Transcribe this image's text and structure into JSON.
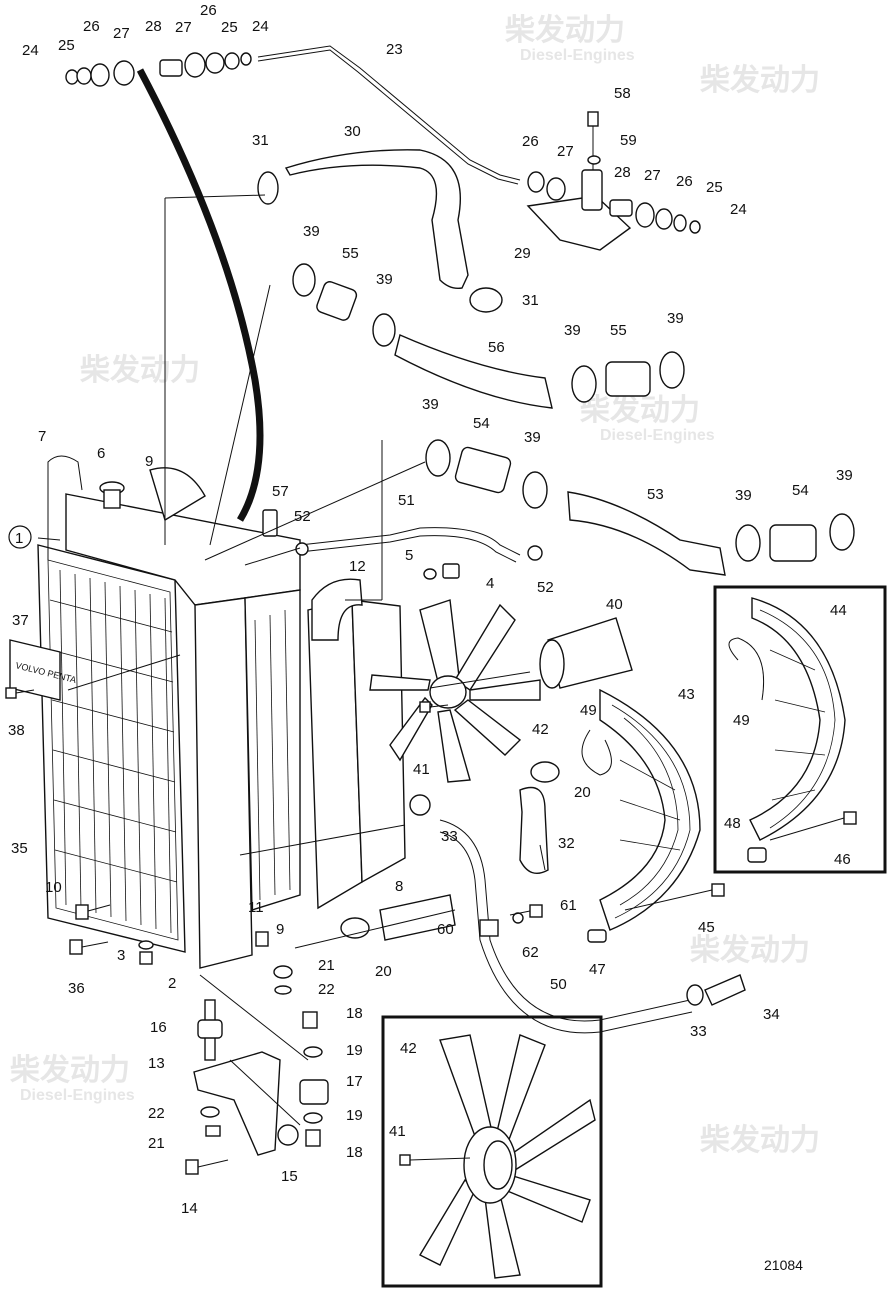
{
  "diagram": {
    "drawing_number": "21084",
    "brand_plate_text": "VOLVO PENTA",
    "watermark": {
      "cn": "柴发动力",
      "en": "Diesel-Engines"
    },
    "callouts": [
      {
        "id": "c1",
        "text": "1"
      },
      {
        "id": "c2",
        "text": "2"
      },
      {
        "id": "c3",
        "text": "3"
      },
      {
        "id": "c4",
        "text": "4"
      },
      {
        "id": "c5",
        "text": "5"
      },
      {
        "id": "c6",
        "text": "6"
      },
      {
        "id": "c7",
        "text": "7"
      },
      {
        "id": "c8",
        "text": "8"
      },
      {
        "id": "c9a",
        "text": "9"
      },
      {
        "id": "c9b",
        "text": "9"
      },
      {
        "id": "c10",
        "text": "10"
      },
      {
        "id": "c11",
        "text": "11"
      },
      {
        "id": "c12",
        "text": "12"
      },
      {
        "id": "c13",
        "text": "13"
      },
      {
        "id": "c14",
        "text": "14"
      },
      {
        "id": "c15",
        "text": "15"
      },
      {
        "id": "c16",
        "text": "16"
      },
      {
        "id": "c17",
        "text": "17"
      },
      {
        "id": "c18a",
        "text": "18"
      },
      {
        "id": "c18b",
        "text": "18"
      },
      {
        "id": "c19a",
        "text": "19"
      },
      {
        "id": "c19b",
        "text": "19"
      },
      {
        "id": "c20a",
        "text": "20"
      },
      {
        "id": "c20b",
        "text": "20"
      },
      {
        "id": "c21a",
        "text": "21"
      },
      {
        "id": "c21b",
        "text": "21"
      },
      {
        "id": "c22a",
        "text": "22"
      },
      {
        "id": "c22b",
        "text": "22"
      },
      {
        "id": "c23",
        "text": "23"
      },
      {
        "id": "c24a",
        "text": "24"
      },
      {
        "id": "c24b",
        "text": "24"
      },
      {
        "id": "c24c",
        "text": "24"
      },
      {
        "id": "c25a",
        "text": "25"
      },
      {
        "id": "c25b",
        "text": "25"
      },
      {
        "id": "c25c",
        "text": "25"
      },
      {
        "id": "c26a",
        "text": "26"
      },
      {
        "id": "c26b",
        "text": "26"
      },
      {
        "id": "c26c",
        "text": "26"
      },
      {
        "id": "c26d",
        "text": "26"
      },
      {
        "id": "c27a",
        "text": "27"
      },
      {
        "id": "c27b",
        "text": "27"
      },
      {
        "id": "c27c",
        "text": "27"
      },
      {
        "id": "c27d",
        "text": "27"
      },
      {
        "id": "c28a",
        "text": "28"
      },
      {
        "id": "c28b",
        "text": "28"
      },
      {
        "id": "c29",
        "text": "29"
      },
      {
        "id": "c30",
        "text": "30"
      },
      {
        "id": "c31a",
        "text": "31"
      },
      {
        "id": "c31b",
        "text": "31"
      },
      {
        "id": "c32",
        "text": "32"
      },
      {
        "id": "c33a",
        "text": "33"
      },
      {
        "id": "c33b",
        "text": "33"
      },
      {
        "id": "c34",
        "text": "34"
      },
      {
        "id": "c35",
        "text": "35"
      },
      {
        "id": "c36",
        "text": "36"
      },
      {
        "id": "c37",
        "text": "37"
      },
      {
        "id": "c38",
        "text": "38"
      },
      {
        "id": "c39a",
        "text": "39"
      },
      {
        "id": "c39b",
        "text": "39"
      },
      {
        "id": "c39c",
        "text": "39"
      },
      {
        "id": "c39d",
        "text": "39"
      },
      {
        "id": "c39e",
        "text": "39"
      },
      {
        "id": "c39f",
        "text": "39"
      },
      {
        "id": "c39g",
        "text": "39"
      },
      {
        "id": "c39h",
        "text": "39"
      },
      {
        "id": "c40",
        "text": "40"
      },
      {
        "id": "c41a",
        "text": "41"
      },
      {
        "id": "c41b",
        "text": "41"
      },
      {
        "id": "c42a",
        "text": "42"
      },
      {
        "id": "c42b",
        "text": "42"
      },
      {
        "id": "c43",
        "text": "43"
      },
      {
        "id": "c44",
        "text": "44"
      },
      {
        "id": "c45",
        "text": "45"
      },
      {
        "id": "c46",
        "text": "46"
      },
      {
        "id": "c47",
        "text": "47"
      },
      {
        "id": "c48",
        "text": "48"
      },
      {
        "id": "c49a",
        "text": "49"
      },
      {
        "id": "c49b",
        "text": "49"
      },
      {
        "id": "c50",
        "text": "50"
      },
      {
        "id": "c51",
        "text": "51"
      },
      {
        "id": "c52a",
        "text": "52"
      },
      {
        "id": "c52b",
        "text": "52"
      },
      {
        "id": "c53",
        "text": "53"
      },
      {
        "id": "c54a",
        "text": "54"
      },
      {
        "id": "c54b",
        "text": "54"
      },
      {
        "id": "c55a",
        "text": "55"
      },
      {
        "id": "c55b",
        "text": "55"
      },
      {
        "id": "c56",
        "text": "56"
      },
      {
        "id": "c57",
        "text": "57"
      },
      {
        "id": "c58",
        "text": "58"
      },
      {
        "id": "c59",
        "text": "59"
      },
      {
        "id": "c60",
        "text": "60"
      },
      {
        "id": "c61",
        "text": "61"
      },
      {
        "id": "c62",
        "text": "62"
      }
    ]
  }
}
